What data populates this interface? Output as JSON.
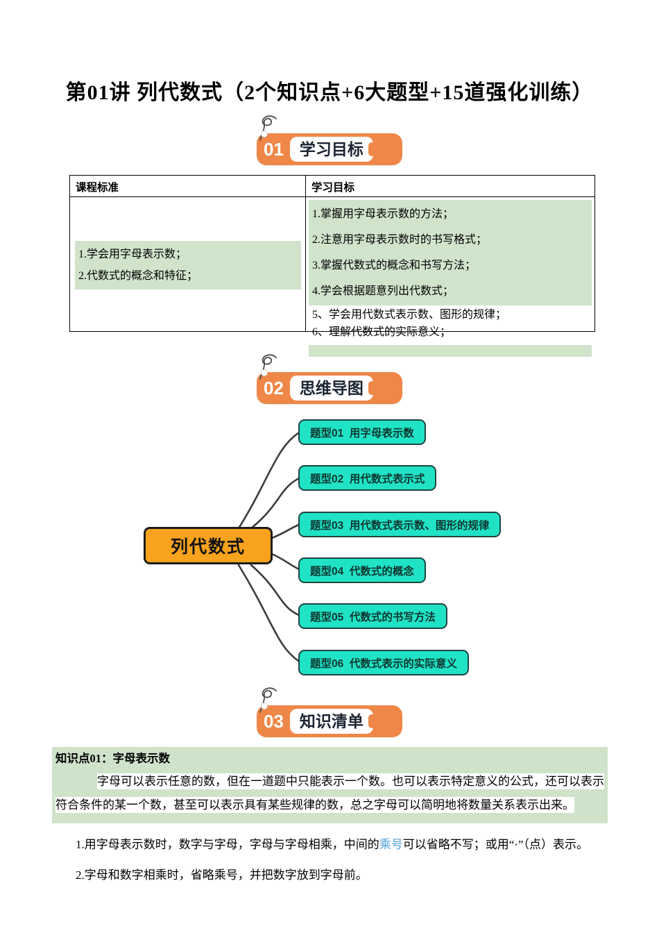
{
  "page": {
    "title": "第01讲 列代数式（2个知识点+6大题型+15道强化训练）"
  },
  "sections": [
    {
      "number": "01",
      "label": "学习目标"
    },
    {
      "number": "02",
      "label": "思维导图"
    },
    {
      "number": "03",
      "label": "知识清单"
    }
  ],
  "table": {
    "header_left": "课程标准",
    "header_right": "学习目标",
    "left_items": [
      "1.学会用字母表示数；",
      "2.代数式的概念和特征；"
    ],
    "right_items_highlighted": [
      "1.掌握用字母表示数的方法；",
      "2.注意用字母表示数时的书写格式；",
      "3.掌握代数式的概念和书写方法；",
      "4.学会根据题意列出代数式；"
    ],
    "right_items_plain": [
      "5、学会用代数式表示数、图形的规律；",
      "6、理解代数式的实际意义；"
    ]
  },
  "mindmap": {
    "center": "列代数式",
    "branches": [
      "题型01  用字母表示数",
      "题型02  用代数式表示式",
      "题型03  用代数式表示数、图形的规律",
      "题型04  代数式的概念",
      "题型05  代数式的书写方法",
      "题型06  代数式表示的实际意义"
    ]
  },
  "knowledge": {
    "heading": "知识点01：字母表示数",
    "para_line1": "字母可以表示任意的数，但在一道题中只能表示一个数。也可以表示特定意义的公式，还可以表示",
    "para_line2": "符合条件的某一个数，甚至可以表示具有某些规律的数，总之字母可以简明地将数量关系表示出来。",
    "point1_pre": "1.用字母表示数时，数字与字母，字母与字母相乘，中间的",
    "point1_link": "乘号",
    "point1_post": "可以省略不写；或用“·”（点）表示。",
    "point2": "2.字母和数字相乘时，省略乘号，并把数字放到字母前。"
  },
  "colors": {
    "badge_orange": "#ef8748",
    "center_node_orange": "#f9a21e",
    "branch_teal": "#20e3c6",
    "highlight_green": "#d0e4cc",
    "link_blue": "#54a0dc"
  }
}
